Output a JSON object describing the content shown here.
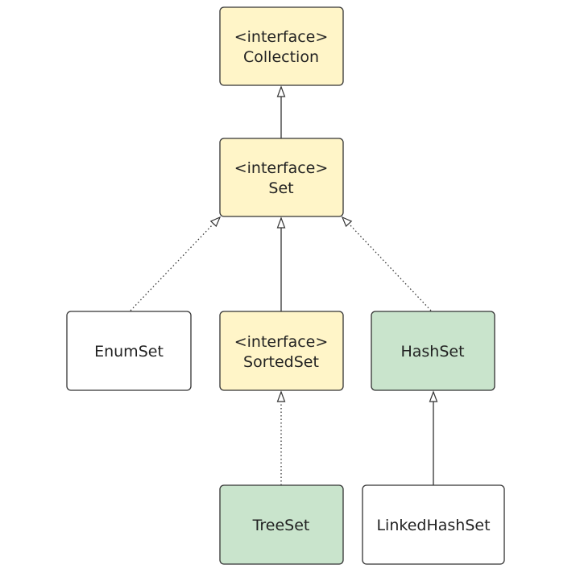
{
  "colors": {
    "interface_fill": "#fff5c8",
    "concrete_class_fill": "#c9e4cc",
    "plain_fill": "#ffffff",
    "border": "#333333"
  },
  "nodes": {
    "collection": {
      "stereotype": "<interface>",
      "name": "Collection",
      "fill": "interface_fill"
    },
    "set": {
      "stereotype": "<interface>",
      "name": "Set",
      "fill": "interface_fill"
    },
    "enumset": {
      "name": "EnumSet",
      "fill": "plain_fill"
    },
    "sortedset": {
      "stereotype": "<interface>",
      "name": "SortedSet",
      "fill": "interface_fill"
    },
    "hashset": {
      "name": "HashSet",
      "fill": "concrete_class_fill"
    },
    "treeset": {
      "name": "TreeSet",
      "fill": "concrete_class_fill"
    },
    "linkedhashset": {
      "name": "LinkedHashSet",
      "fill": "plain_fill"
    }
  },
  "edges": [
    {
      "from": "set",
      "to": "collection",
      "style": "solid"
    },
    {
      "from": "enumset",
      "to": "set",
      "style": "dotted"
    },
    {
      "from": "sortedset",
      "to": "set",
      "style": "solid"
    },
    {
      "from": "hashset",
      "to": "set",
      "style": "dotted"
    },
    {
      "from": "treeset",
      "to": "sortedset",
      "style": "dotted"
    },
    {
      "from": "linkedhashset",
      "to": "hashset",
      "style": "solid"
    }
  ]
}
